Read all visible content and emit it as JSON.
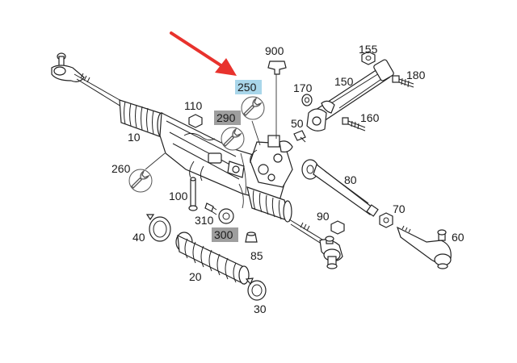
{
  "labels": {
    "p900": "900",
    "p155": "155",
    "p180": "180",
    "p150": "150",
    "p170": "170",
    "p250": "250",
    "p110": "110",
    "p290": "290",
    "p50": "50",
    "p160": "160",
    "p10": "10",
    "p260": "260",
    "p80": "80",
    "p100": "100",
    "p70": "70",
    "p90": "90",
    "p310": "310",
    "p60": "60",
    "p40": "40",
    "p300": "300",
    "p85": "85",
    "p20": "20",
    "p30": "30"
  },
  "highlight_colors": {
    "selected": "#a9d6ea",
    "gray": "#9e9e9e",
    "arrow": "#e8322d"
  }
}
